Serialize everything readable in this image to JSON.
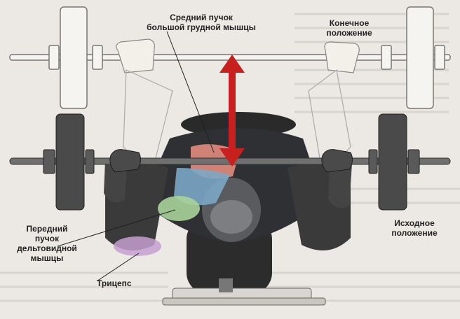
{
  "labels": {
    "upper_chest": "Средний пучок\nбольшой грудной мышцы",
    "end_position": "Конечное\nположение",
    "start_position": "Исходное\nположение",
    "front_deltoid": "Передний\nпучок\nдельтовидной\nмышцы",
    "triceps": "Трицепс"
  },
  "colors": {
    "arrow": "#c8201f",
    "upper_chest_muscle": "#e38c7d",
    "mid_chest_muscle": "#7ba7c6",
    "deltoid_muscle": "#a9d39a",
    "triceps_muscle": "#c59fd0"
  }
}
